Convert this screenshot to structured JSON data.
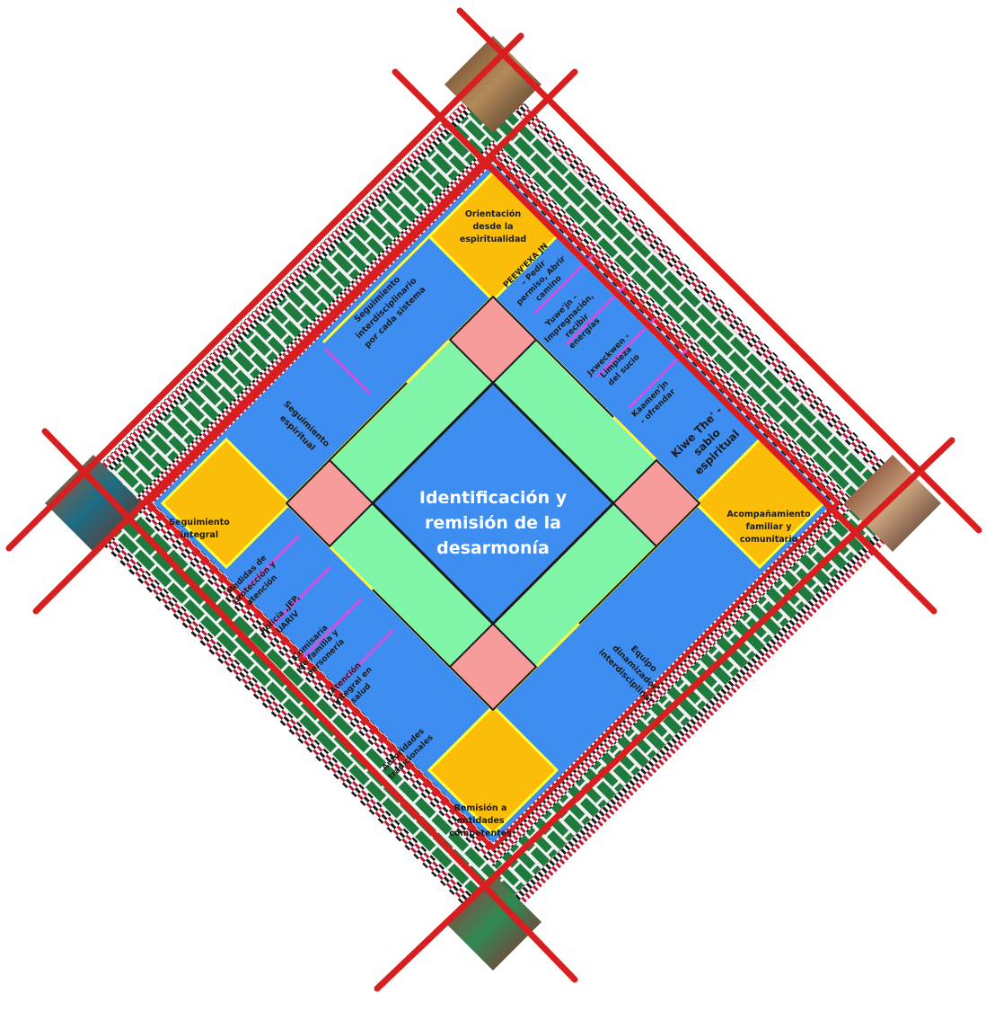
{
  "center": {
    "lines": [
      "Identificación y",
      "remisión de la",
      "desarmonía"
    ]
  },
  "corners": {
    "top": [
      "Orientación",
      "desde la",
      "espiritualidad"
    ],
    "right": [
      "Acompañamiento",
      "familiar y",
      "comunitario"
    ],
    "bottom": [
      "Remisión a",
      "entidades",
      "competentes"
    ],
    "left": [
      "Seguimiento",
      "integral"
    ]
  },
  "top_left_panel": {
    "outer": [
      "Seguimiento",
      "interdisciplinario",
      "por cada sistema"
    ],
    "inner": [
      "Seguimiento",
      "espiritual"
    ]
  },
  "top_right_panel": {
    "items": [
      [
        "PEEW'EXA JN",
        "– Pedir",
        "permiso, Abrir",
        "camino"
      ],
      [
        "Yuwe'jn –",
        "Impregnación,",
        "recibir",
        "energías"
      ],
      [
        "Jxweckwen -",
        "Limpieza",
        "del sucio"
      ],
      [
        "Kaamen'jn",
        "- ofrendar"
      ],
      [
        "Kiwe The' -",
        "sabio",
        "espiritual"
      ]
    ]
  },
  "bottom_left_panel": {
    "items": [
      [
        "Medidas de",
        "protección y",
        "atención"
      ],
      [
        "Policía ,JEP,",
        "UARIV"
      ],
      [
        "Comisaría",
        "de familia y",
        "personería"
      ],
      [
        "Atención",
        "integral en",
        "salud"
      ],
      [
        "Autoridades",
        "tradicionales"
      ]
    ]
  },
  "bottom_right_panel": {
    "lines": [
      "Equipo",
      "dinamizador",
      "interdisciplinar"
    ]
  },
  "colors": {
    "blue": "#3d8ef0",
    "green": "#80f5a8",
    "pink": "#f79b9b",
    "orange": "#fbbd08",
    "red": "#d81e1e",
    "magenta": "#d54fe0",
    "yellow": "#ffff3a",
    "weave_green": "#1f7a3e"
  },
  "photos": {
    "top": "community-photo-top",
    "right": "community-photo-right",
    "bottom": "community-photo-bottom",
    "left": "community-photo-left"
  }
}
